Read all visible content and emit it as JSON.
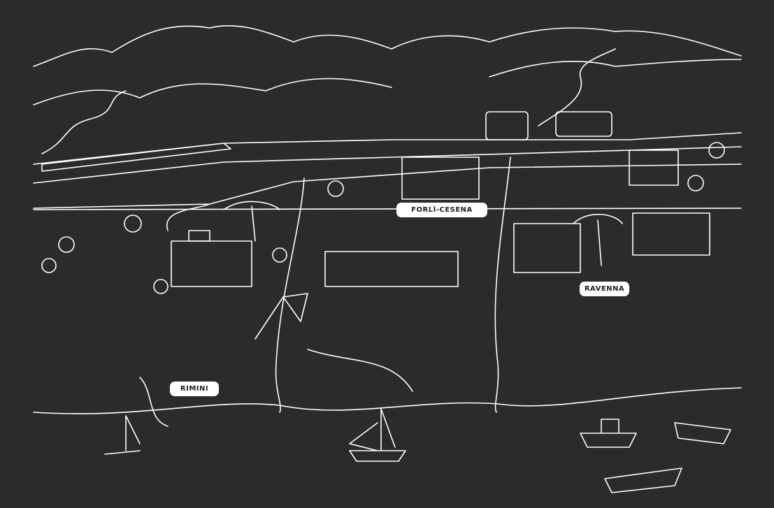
{
  "map": {
    "labels": {
      "forli_cesena": "FORLÌ-CESENA",
      "ravenna": "RAVENNA",
      "rimini": "RIMINI"
    },
    "colors": {
      "background": "#2b2b2b",
      "lines": "#ffffff",
      "label_bg": "#ffffff",
      "label_text": "#222222"
    }
  }
}
